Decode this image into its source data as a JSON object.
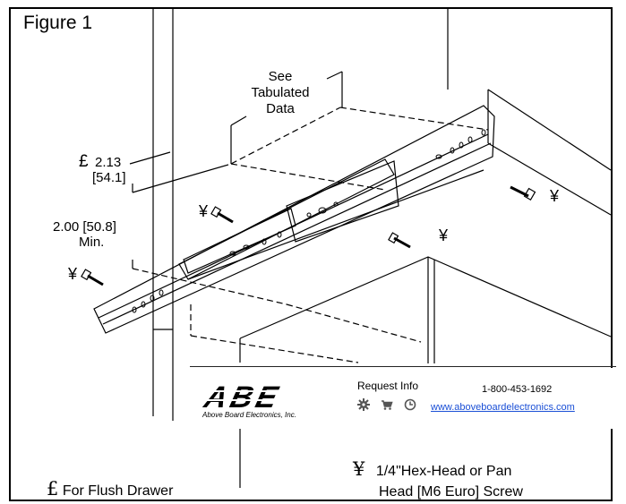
{
  "figure": {
    "title": "Figure 1",
    "callout_top": [
      "See",
      "Tabulated",
      "Data"
    ],
    "dim_flush_symbol": "£",
    "dim_flush_value": "2.13",
    "dim_flush_metric": "[54.1]",
    "dim_min_value": "2.00 [50.8]",
    "dim_min_label": "Min.",
    "screw_symbol": "¥"
  },
  "legend": {
    "flush_symbol": "£",
    "flush_text": "For Flush Drawer",
    "screw_symbol": "¥",
    "screw_text_line1": "1/4\"Hex-Head or Pan",
    "screw_text_line2": "Head [M6 Euro] Screw"
  },
  "banner": {
    "logo_text": "ABE",
    "tagline": "Above Board Electronics, Inc.",
    "request_label": "Request Info",
    "phone": "1-800-453-1692",
    "website": "www.aboveboardelectronics.com",
    "icons": [
      "gear-icon",
      "cart-icon",
      "clock-icon"
    ]
  }
}
